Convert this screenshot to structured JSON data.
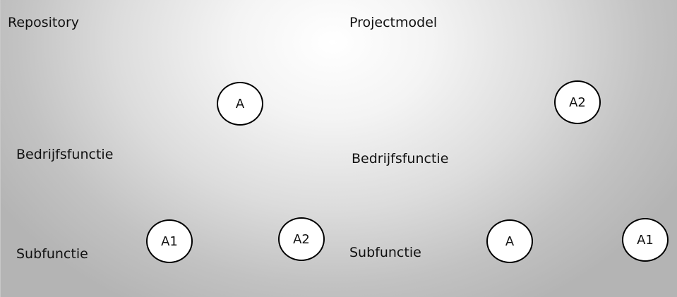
{
  "repository": {
    "title": "Repository",
    "level_business_function": "Bedrijfsfunctie",
    "level_subfunction": "Subfunctie",
    "nodes": [
      "A",
      "A1",
      "A2"
    ]
  },
  "projectmodel": {
    "title": "Projectmodel",
    "level_business_function": "Bedrijfsfunctie",
    "level_subfunction": "Subfunctie",
    "nodes": [
      "A2",
      "A",
      "A1"
    ]
  }
}
